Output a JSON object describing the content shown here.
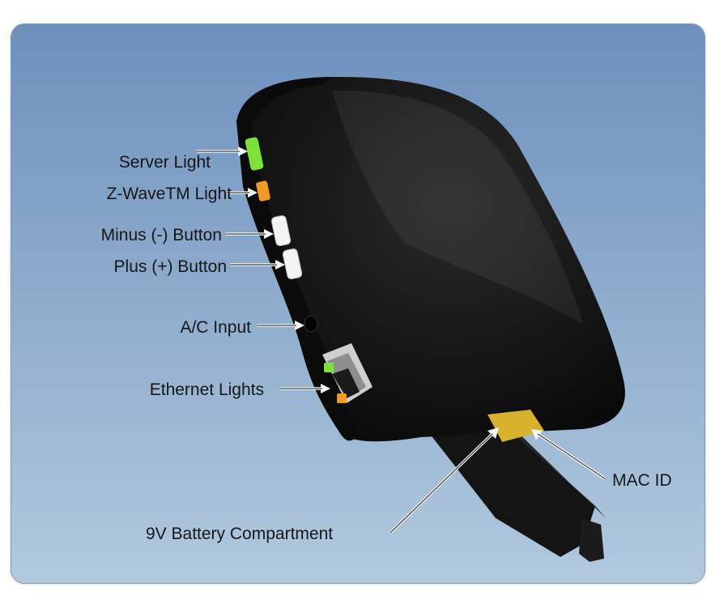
{
  "labels": {
    "server_light": "Server Light",
    "zwave_light": "Z-WaveTM Light",
    "minus_button": "Minus (-) Button",
    "plus_button": "Plus (+) Button",
    "ac_input": "A/C Input",
    "ethernet_lights": "Ethernet Lights",
    "mac_id": "MAC ID",
    "battery_compartment": "9V Battery Compartment"
  },
  "colors": {
    "background_top": "#6d90bd",
    "background_bottom": "#b2c9de",
    "device_body": "#111111",
    "server_light": "#7be23a",
    "zwave_light": "#f29a26",
    "mac_sticker": "#d8b12c"
  }
}
